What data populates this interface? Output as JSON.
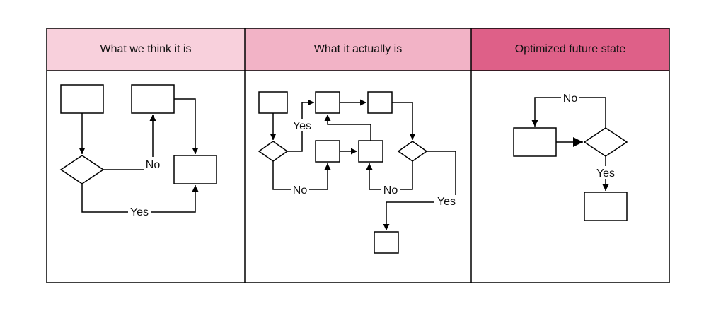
{
  "columns": [
    {
      "title": "What we think it is",
      "color": "#f8d0dc"
    },
    {
      "title": "What it actually is",
      "color": "#f2b3c6"
    },
    {
      "title": "Optimized future state",
      "color": "#de6088"
    }
  ],
  "labels": {
    "yes": "Yes",
    "no": "No"
  }
}
